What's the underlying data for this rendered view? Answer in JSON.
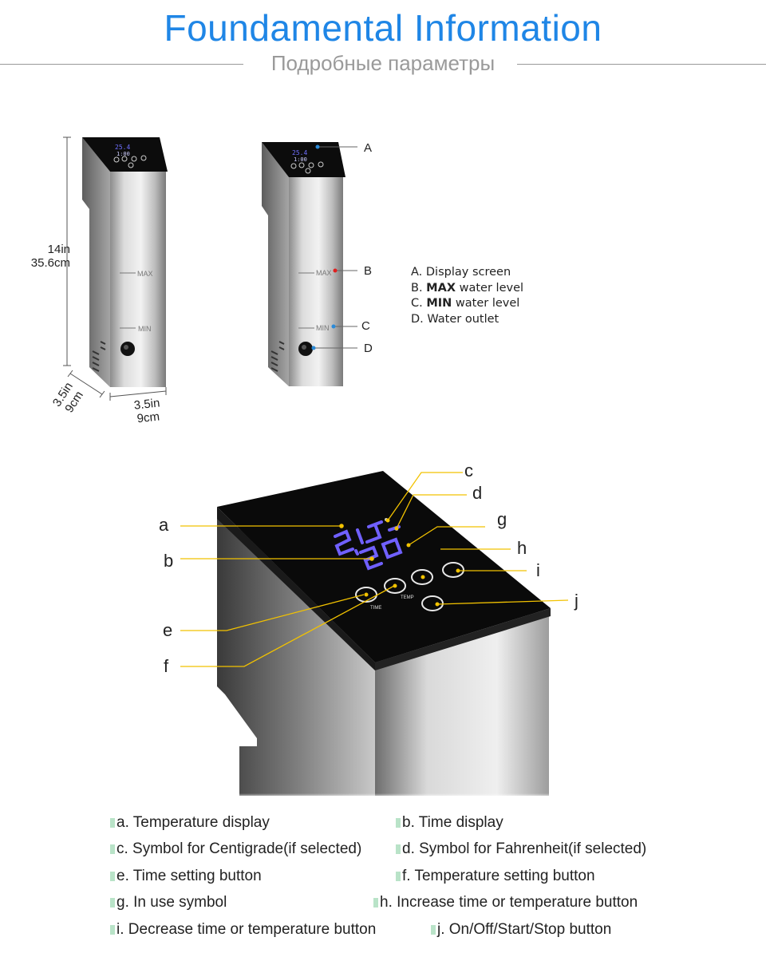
{
  "header": {
    "title": "Foundamental Information",
    "subtitle": "Подробные параметры"
  },
  "dimensions": {
    "height_in": "14in",
    "height_cm": "35.6cm",
    "depth_in": "3.5in",
    "depth_cm": "9cm",
    "width_in": "3.5in",
    "width_cm": "9cm"
  },
  "device": {
    "max_mark": "MAX",
    "min_mark": "MIN",
    "display_temp": "25.4",
    "display_time": "1:00",
    "button_time": "TIME",
    "button_temp": "TEMP"
  },
  "device_labels": [
    "A",
    "B",
    "C",
    "D"
  ],
  "device_legend": [
    {
      "prefix": "A. ",
      "bold": "",
      "text": "Display screen"
    },
    {
      "prefix": "B. ",
      "bold": "MAX",
      "text": " water level"
    },
    {
      "prefix": "C. ",
      "bold": "MIN",
      "text": " water level"
    },
    {
      "prefix": "D. ",
      "bold": "",
      "text": "Water outlet"
    }
  ],
  "panel_labels": [
    "a",
    "b",
    "c",
    "d",
    "e",
    "f",
    "g",
    "h",
    "i",
    "j"
  ],
  "panel_descriptions": [
    "a. Temperature display",
    "b. Time display",
    "c. Symbol for Centigrade(if selected)",
    "d. Symbol for Fahrenheit(if selected)",
    "e. Time setting button",
    "f. Temperature setting button",
    "g. In use symbol",
    "h. Increase time or temperature button",
    "i. Decrease time or temperature button",
    "j. On/Off/Start/Stop button"
  ],
  "colors": {
    "title": "#1f86e6",
    "callout": "#f2c200",
    "red_dot": "#e02020",
    "blue_dot": "#2a8ad8",
    "display_glow": "#6f5cff"
  }
}
